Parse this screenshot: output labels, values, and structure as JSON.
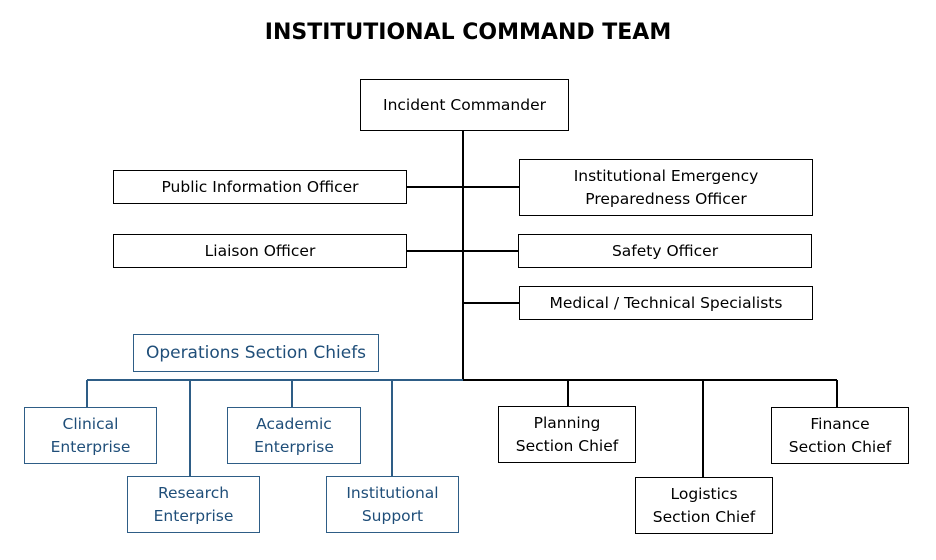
{
  "title": "INSTITUTIONAL COMMAND TEAM",
  "colors": {
    "black": "#000000",
    "operations_blue": "#1f4e79"
  },
  "nodes": {
    "incident_commander": "Incident Commander",
    "public_information_officer": "Public Information Officer",
    "emergency_preparedness_officer": "Institutional Emergency\nPreparedness Officer",
    "liaison_officer": "Liaison Officer",
    "safety_officer": "Safety Officer",
    "medical_technical_specialists": "Medical / Technical Specialists",
    "operations_section_chiefs": "Operations Section Chiefs",
    "clinical_enterprise": "Clinical\nEnterprise",
    "research_enterprise": "Research\nEnterprise",
    "academic_enterprise": "Academic\nEnterprise",
    "institutional_support": "Institutional\nSupport",
    "planning_section_chief": "Planning\nSection Chief",
    "logistics_section_chief": "Logistics\nSection Chief",
    "finance_section_chief": "Finance\nSection Chief"
  }
}
